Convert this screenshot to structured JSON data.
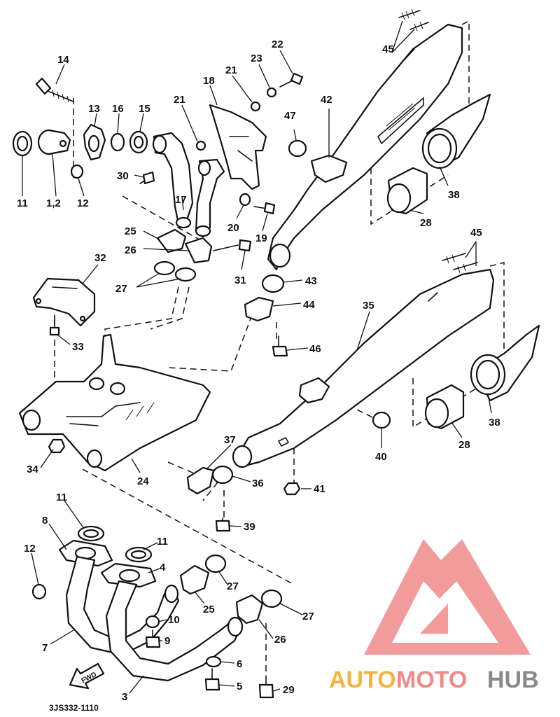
{
  "diagram": {
    "part_code": "3JS332-1110",
    "fwd_label": "FWD",
    "callouts": [
      {
        "id": "c14",
        "text": "14"
      },
      {
        "id": "c13",
        "text": "13"
      },
      {
        "id": "c16",
        "text": "16"
      },
      {
        "id": "c15",
        "text": "15"
      },
      {
        "id": "c11a",
        "text": "11"
      },
      {
        "id": "c12a",
        "text": "1,2"
      },
      {
        "id": "c12b",
        "text": "12"
      },
      {
        "id": "c21a",
        "text": "21"
      },
      {
        "id": "c18",
        "text": "18"
      },
      {
        "id": "c21b",
        "text": "21"
      },
      {
        "id": "c23",
        "text": "23"
      },
      {
        "id": "c22",
        "text": "22"
      },
      {
        "id": "c30",
        "text": "30"
      },
      {
        "id": "c17",
        "text": "17"
      },
      {
        "id": "c20",
        "text": "20"
      },
      {
        "id": "c19",
        "text": "19"
      },
      {
        "id": "c25a",
        "text": "25"
      },
      {
        "id": "c26a",
        "text": "26"
      },
      {
        "id": "c31",
        "text": "31"
      },
      {
        "id": "c27a",
        "text": "27"
      },
      {
        "id": "c32",
        "text": "32"
      },
      {
        "id": "c33",
        "text": "33"
      },
      {
        "id": "c34",
        "text": "34"
      },
      {
        "id": "c24",
        "text": "24"
      },
      {
        "id": "c45a",
        "text": "45"
      },
      {
        "id": "c42",
        "text": "42"
      },
      {
        "id": "c47",
        "text": "47"
      },
      {
        "id": "c38a",
        "text": "38"
      },
      {
        "id": "c28a",
        "text": "28"
      },
      {
        "id": "c43",
        "text": "43"
      },
      {
        "id": "c44",
        "text": "44"
      },
      {
        "id": "c46",
        "text": "46"
      },
      {
        "id": "c35",
        "text": "35"
      },
      {
        "id": "c45b",
        "text": "45"
      },
      {
        "id": "c38b",
        "text": "38"
      },
      {
        "id": "c28b",
        "text": "28"
      },
      {
        "id": "c40",
        "text": "40"
      },
      {
        "id": "c37",
        "text": "37"
      },
      {
        "id": "c36",
        "text": "36"
      },
      {
        "id": "c41",
        "text": "41"
      },
      {
        "id": "c39",
        "text": "39"
      },
      {
        "id": "c11b",
        "text": "11"
      },
      {
        "id": "c8",
        "text": "8"
      },
      {
        "id": "c11c",
        "text": "11"
      },
      {
        "id": "c4",
        "text": "4"
      },
      {
        "id": "c12c",
        "text": "12"
      },
      {
        "id": "c27b",
        "text": "27"
      },
      {
        "id": "c25b",
        "text": "25"
      },
      {
        "id": "c27c",
        "text": "27"
      },
      {
        "id": "c10",
        "text": "10"
      },
      {
        "id": "c9",
        "text": "9"
      },
      {
        "id": "c26b",
        "text": "26"
      },
      {
        "id": "c7",
        "text": "7"
      },
      {
        "id": "c6",
        "text": "6"
      },
      {
        "id": "c5",
        "text": "5"
      },
      {
        "id": "c29",
        "text": "29"
      },
      {
        "id": "c3",
        "text": "3"
      }
    ]
  },
  "watermark": {
    "text_auto": "AUTO",
    "text_moto": "MOTO",
    "text_hub": "HUB",
    "color_auto": "#f2b640",
    "color_moto": "#ef8a8a",
    "color_hub": "#8a8a8a",
    "logo_color": "#ef8a8a"
  }
}
